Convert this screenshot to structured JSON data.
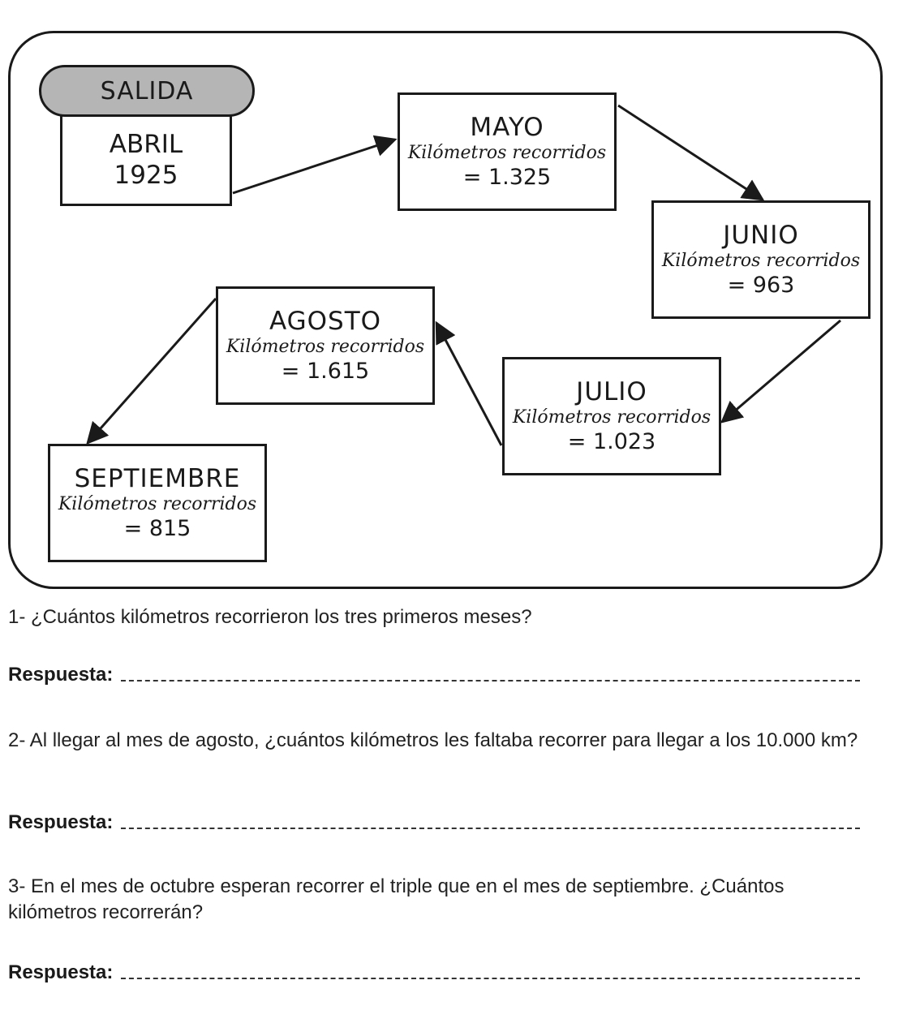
{
  "diagram": {
    "start": {
      "badge": "SALIDA",
      "month": "ABRIL",
      "year": "1925"
    },
    "months": [
      {
        "month": "MAYO",
        "label": "Kilómetros recorridos",
        "value": "= 1.325"
      },
      {
        "month": "JUNIO",
        "label": "Kilómetros recorridos",
        "value": "= 963"
      },
      {
        "month": "JULIO",
        "label": "Kilómetros recorridos",
        "value": "= 1.023"
      },
      {
        "month": "AGOSTO",
        "label": "Kilómetros recorridos",
        "value": "= 1.615"
      },
      {
        "month": "SEPTIEMBRE",
        "label": "Kilómetros recorridos",
        "value": "= 815"
      }
    ]
  },
  "questions": [
    {
      "text": "1- ¿Cuántos kilómetros recorrieron los tres primeros meses?",
      "answer_label": "Respuesta:"
    },
    {
      "text": "2- Al llegar al mes de agosto, ¿cuántos kilómetros les faltaba recorrer para llegar a los 10.000 km?",
      "answer_label": "Respuesta:"
    },
    {
      "text": "3- En el mes de octubre esperan recorrer el triple que en el mes de septiembre. ¿Cuántos kilómetros recorrerán?",
      "answer_label": "Respuesta:"
    }
  ]
}
